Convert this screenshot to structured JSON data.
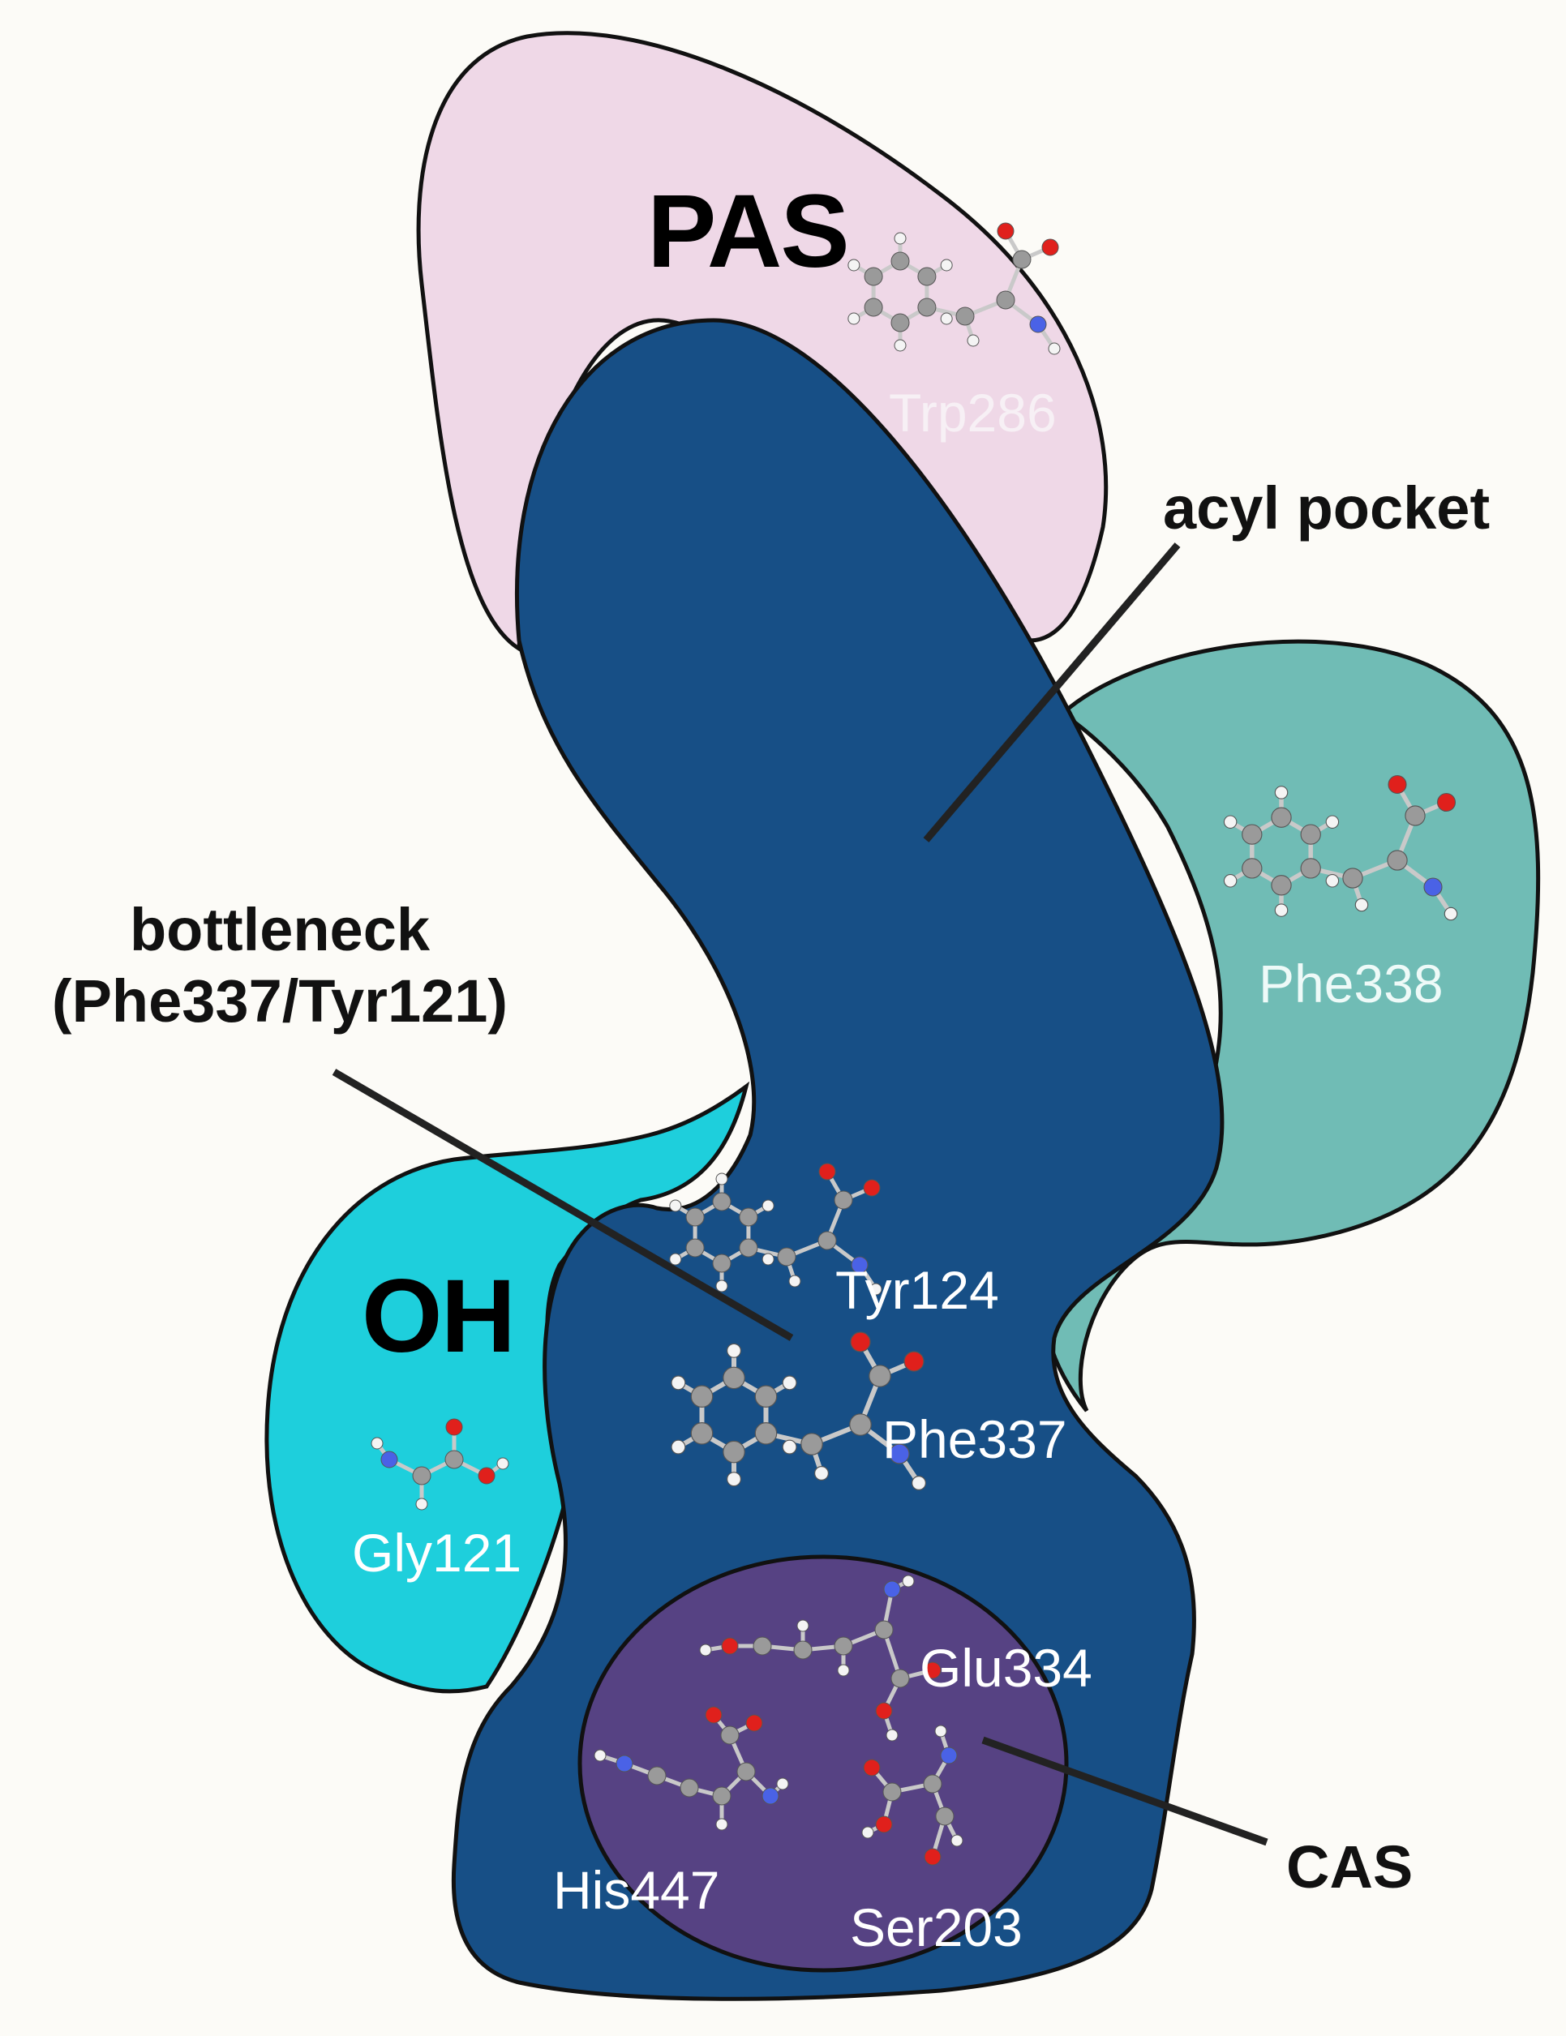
{
  "regions": {
    "pas": {
      "label": "PAS",
      "color": "#efd8e7"
    },
    "acyl": {
      "color": "#70bcb5"
    },
    "oh": {
      "label": "OH",
      "color": "#1ecfdc"
    },
    "gorge": {
      "color": "#174f86"
    },
    "cas": {
      "color": "#564283"
    }
  },
  "callouts": {
    "acyl_pocket": "acyl pocket",
    "bottleneck_line1": "bottleneck",
    "bottleneck_line2": "(Phe337/Tyr121)",
    "cas": "CAS"
  },
  "residues": {
    "trp286": "Trp286",
    "phe338": "Phe338",
    "tyr124": "Tyr124",
    "phe337": "Phe337",
    "gly121": "Gly121",
    "glu334": "Glu334",
    "his447": "His447",
    "ser203": "Ser203"
  },
  "atom_colors": {
    "carbon": "#9a9a9a",
    "hydrogen": "#f4f4f4",
    "oxygen": "#e0201c",
    "nitrogen": "#4a62e6"
  }
}
